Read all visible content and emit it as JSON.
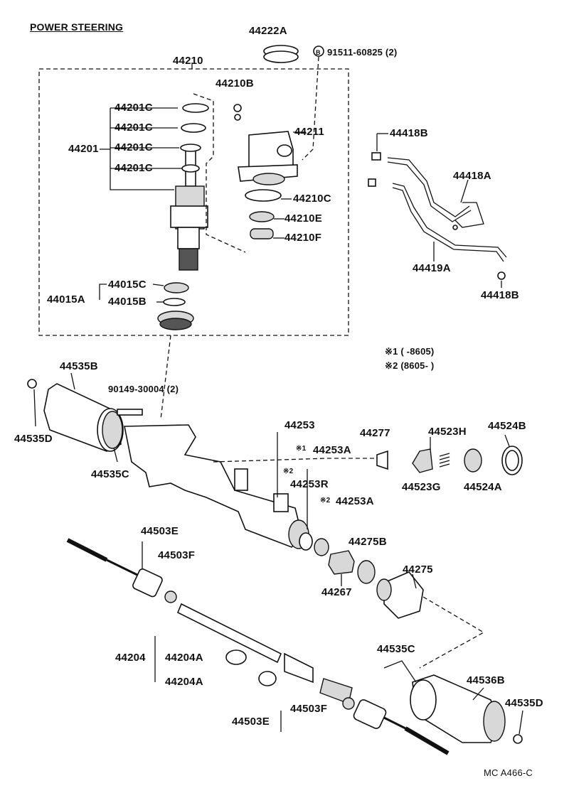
{
  "title": "POWER STEERING",
  "footer": "MC A466-C",
  "labels": {
    "p44222A": "44222A",
    "p91511": "91511-60825 (2)",
    "bolt_marker": "B",
    "p44210": "44210",
    "p44210B": "44210B",
    "p44201C_1": "44201C",
    "p44201C_2": "44201C",
    "p44201C_3": "44201C",
    "p44201C_4": "44201C",
    "p44201": "44201",
    "p44211": "44211",
    "p44210C": "44210C",
    "p44210E": "44210E",
    "p44210F": "44210F",
    "p44418B_top": "44418B",
    "p44418A": "44418A",
    "p44419A": "44419A",
    "p44418B_bot": "44418B",
    "p44015C": "44015C",
    "p44015A": "44015A",
    "p44015B": "44015B",
    "note1": "※1 (      -8605)",
    "note2": "※2 (8605-      )",
    "p44535B": "44535B",
    "p90149": "90149-30004 (2)",
    "p44535D_left": "44535D",
    "p44535C_left": "44535C",
    "p44253": "44253",
    "mark1": "※1",
    "p44253A_1": "44253A",
    "mark2a": "※2",
    "p44253R": "44253R",
    "mark2b": "※2",
    "p44253A_2": "44253A",
    "p44277": "44277",
    "p44523H": "44523H",
    "p44524B": "44524B",
    "p44523G": "44523G",
    "p44524A": "44524A",
    "p44503E_top": "44503E",
    "p44503F_top": "44503F",
    "p44275B": "44275B",
    "p44275": "44275",
    "p44267": "44267",
    "p44204": "44204",
    "p44204A_1": "44204A",
    "p44204A_2": "44204A",
    "p44535C_right": "44535C",
    "p44536B": "44536B",
    "p44535D_right": "44535D",
    "p44503F_bot": "44503F",
    "p44503E_bot": "44503E"
  }
}
